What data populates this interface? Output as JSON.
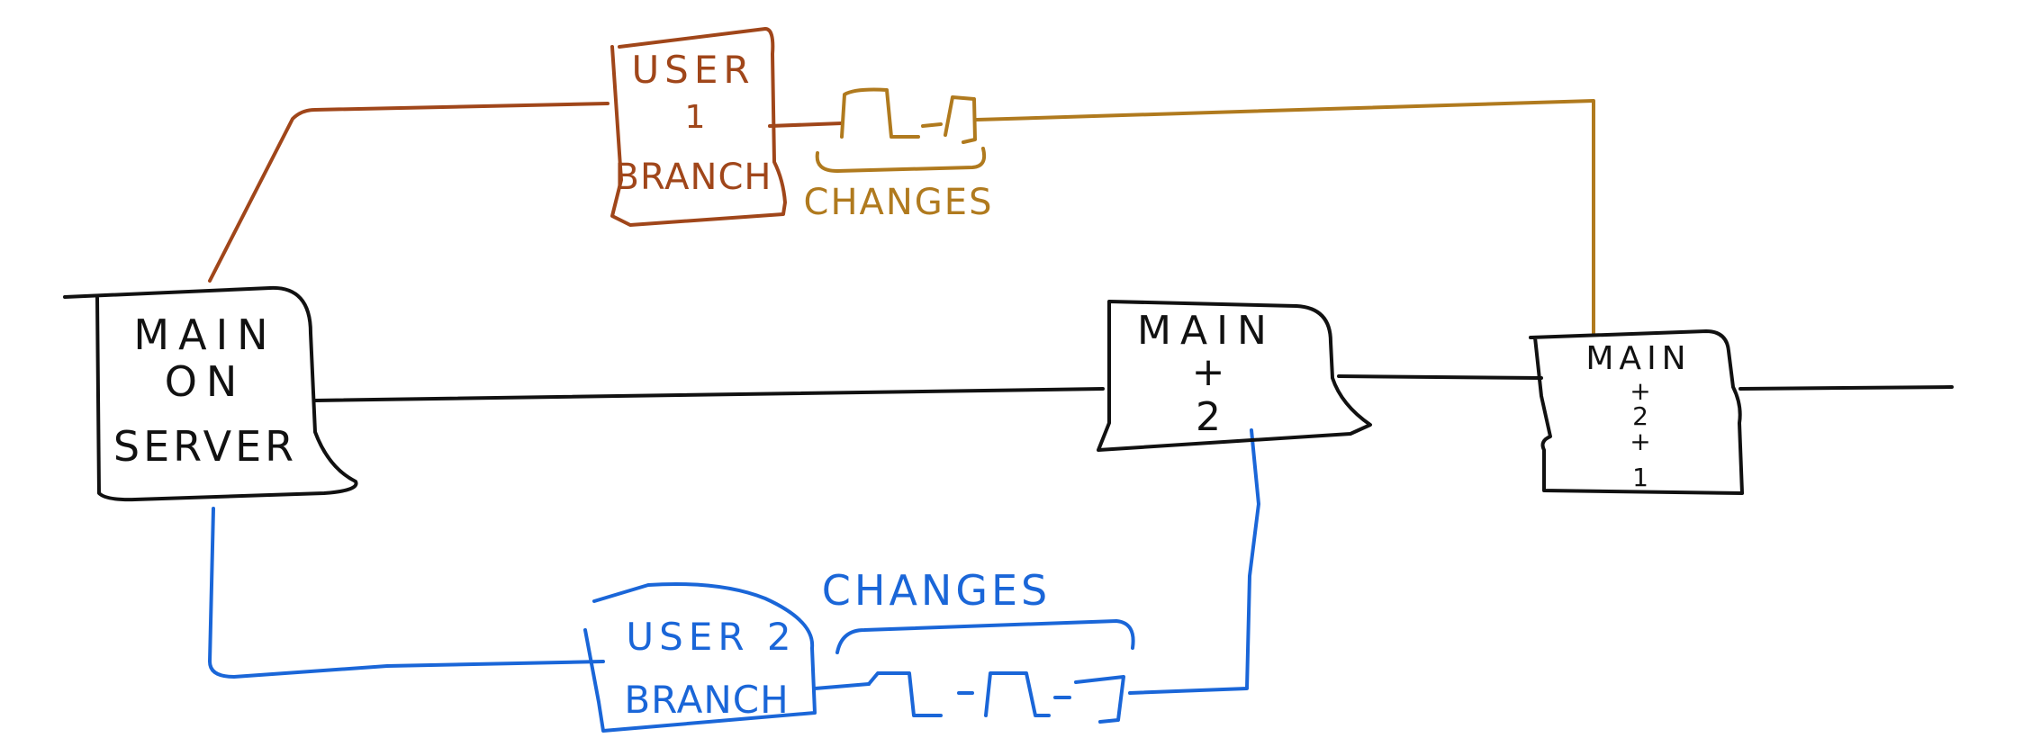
{
  "colors": {
    "main": "#111111",
    "user1": "#a0461a",
    "user1_changes": "#b07a1e",
    "user2": "#1a66d8"
  },
  "nodes": {
    "main_on_server": [
      "MAIN",
      "ON",
      "SERVER"
    ],
    "main_plus_2": [
      "MAIN",
      "+",
      "2"
    ],
    "main_plus_2_plus_1": [
      "MAIN",
      "+",
      "2",
      "+",
      "1"
    ],
    "user1_branch": [
      "USER",
      "1",
      "BRANCH"
    ],
    "user2_branch": [
      "USER 2",
      "BRANCH"
    ]
  },
  "labels": {
    "user1_changes": "CHANGES",
    "user2_changes": "CHANGES"
  }
}
